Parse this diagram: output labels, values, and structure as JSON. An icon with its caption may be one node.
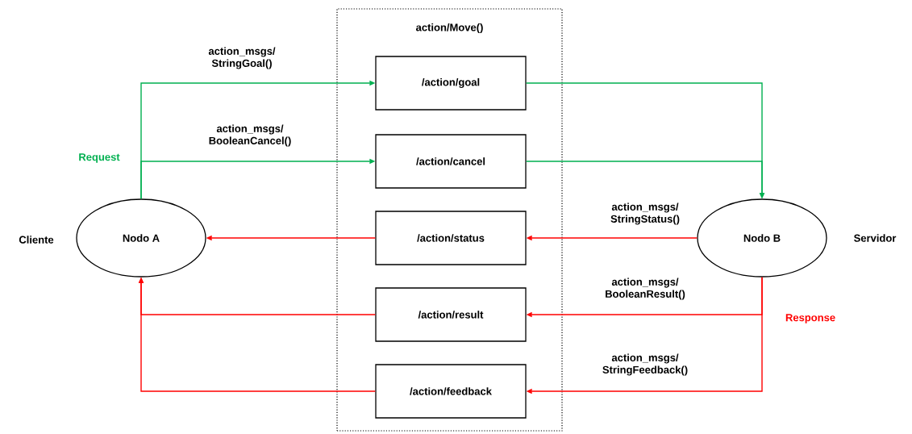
{
  "diagram": {
    "nodes": [
      {
        "text": [
          "action/Move()"
        ]
      },
      {
        "text": [
          "/action/goal"
        ],
        "in": 0
      },
      {
        "text": [
          "/action/cancel"
        ],
        "in": 0
      },
      {
        "text": [
          "/action/status"
        ],
        "in": 0
      },
      {
        "text": [
          "/action/result"
        ],
        "in": 0
      },
      {
        "text": [
          "/action/feedback"
        ],
        "in": 0
      },
      {
        "text": [
          "Nodo A"
        ],
        "beside": [
          "Cliente"
        ]
      },
      {
        "text": [
          "Nodo B"
        ],
        "beside": [
          "Servidor"
        ]
      }
    ],
    "edges": [
      {
        "from": 6,
        "to": 1,
        "arrow": "to",
        "label": "action_msgs/ StringGoal()",
        "color": "#00b050"
      },
      {
        "from": 6,
        "to": 2,
        "arrow": "to",
        "label": "action_msgs/ BooleanCancel()",
        "color": "#00b050"
      },
      {
        "from": 1,
        "to": 7,
        "arrow": "to",
        "color": "#00b050"
      },
      {
        "from": 2,
        "to": 7,
        "arrow": "to",
        "color": "#00b050"
      },
      {
        "from": 7,
        "to": 3,
        "arrow": "to",
        "label": "action_msgs/ StringStatus()",
        "color": "#ff0000"
      },
      {
        "from": 3,
        "to": 6,
        "arrow": "to",
        "color": "#ff0000"
      },
      {
        "from": 7,
        "to": 4,
        "arrow": "to",
        "label": "action_msgs/ BooleanResult()",
        "color": "#ff0000"
      },
      {
        "from": 4,
        "to": 6,
        "arrow": "to",
        "color": "#ff0000"
      },
      {
        "from": 7,
        "to": 5,
        "arrow": "to",
        "label": "action_msgs/ StringFeedback()",
        "color": "#ff0000"
      },
      {
        "from": 5,
        "to": 6,
        "arrow": "to",
        "color": "#ff0000"
      }
    ],
    "labels": [
      "Request",
      "Response"
    ]
  }
}
